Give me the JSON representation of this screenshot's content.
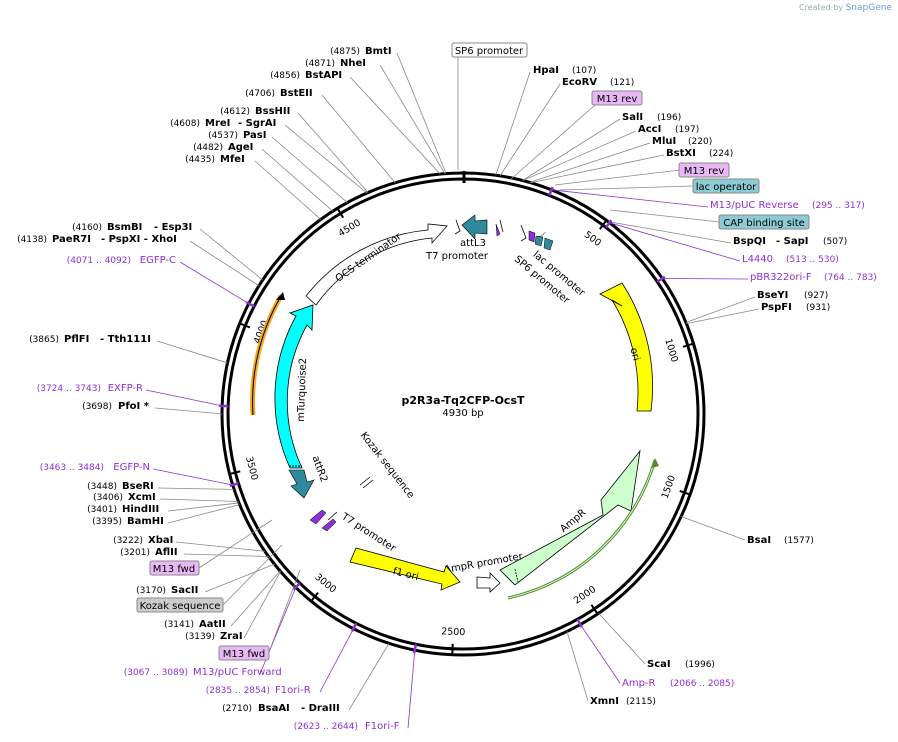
{
  "app": {
    "credit_prefix": "Created by",
    "credit_brand": "SnapGene"
  },
  "plasmid": {
    "name": "p2R3a-Tq2CFP-OcsT",
    "length": "4930 bp"
  },
  "ticks": [
    "500",
    "1000",
    "1500",
    "2000",
    "2500",
    "3000",
    "3500",
    "4000",
    "4500"
  ],
  "sites": [
    {
      "name": "BmtI",
      "pos": "(4875)"
    },
    {
      "name": "NheI",
      "pos": "(4871)"
    },
    {
      "name": "BstAPI",
      "pos": "(4856)"
    },
    {
      "name": "BstEII",
      "pos": "(4706)"
    },
    {
      "name": "BssHII",
      "pos": "(4612)"
    },
    {
      "name": "MreI",
      "pos": "(4608)",
      "extra": "- SgrAI"
    },
    {
      "name": "PasI",
      "pos": "(4537)"
    },
    {
      "name": "AgeI",
      "pos": "(4482)"
    },
    {
      "name": "MfeI",
      "pos": "(4435)"
    },
    {
      "name": "BsmBI",
      "pos": "(4160)",
      "extra": "- Esp3I"
    },
    {
      "name": "PaeR7I",
      "pos": "(4138)",
      "extra": "- PspXI  - XhoI"
    },
    {
      "name": "PflFI",
      "pos": "(3865)",
      "extra": "- Tth111I"
    },
    {
      "name": "PfoI *",
      "pos": "(3698)"
    },
    {
      "name": "BseRI",
      "pos": "(3448)"
    },
    {
      "name": "XcmI",
      "pos": "(3406)"
    },
    {
      "name": "HindIII",
      "pos": "(3401)"
    },
    {
      "name": "BamHI",
      "pos": "(3395)"
    },
    {
      "name": "XbaI",
      "pos": "(3222)"
    },
    {
      "name": "AflII",
      "pos": "(3201)"
    },
    {
      "name": "SacII",
      "pos": "(3170)"
    },
    {
      "name": "AatII",
      "pos": "(3141)"
    },
    {
      "name": "ZraI",
      "pos": "(3139)"
    },
    {
      "name": "BsaAI",
      "pos": "(2710)",
      "extra": "- DraIII"
    },
    {
      "name": "HpaI",
      "pos": "(107)"
    },
    {
      "name": "EcoRV",
      "pos": "(121)"
    },
    {
      "name": "SalI",
      "pos": "(196)"
    },
    {
      "name": "AccI",
      "pos": "(197)"
    },
    {
      "name": "MluI",
      "pos": "(220)"
    },
    {
      "name": "BstXI",
      "pos": "(224)"
    },
    {
      "name": "BspQI",
      "extra": "- SapI",
      "pos": "(507)"
    },
    {
      "name": "BseYI",
      "pos": "(927)"
    },
    {
      "name": "PspFI",
      "pos": "(931)"
    },
    {
      "name": "BsaI",
      "pos": "(1577)"
    },
    {
      "name": "ScaI",
      "pos": "(1996)"
    },
    {
      "name": "XmnI",
      "pos": "(2115)"
    }
  ],
  "primers": [
    {
      "name": "EGFP-C",
      "pos": "(4071 .. 4092)"
    },
    {
      "name": "EXFP-R",
      "pos": "(3724 .. 3743)"
    },
    {
      "name": "EGFP-N",
      "pos": "(3463 .. 3484)"
    },
    {
      "name": "M13/pUC Forward",
      "pos": "(3067 .. 3089)"
    },
    {
      "name": "F1ori-R",
      "pos": "(2835 .. 2854)"
    },
    {
      "name": "F1ori-F",
      "pos": "(2623 .. 2644)"
    },
    {
      "name": "M13/pUC Reverse",
      "pos": "(295 .. 317)"
    },
    {
      "name": "L4440",
      "pos": "(513 .. 530)"
    },
    {
      "name": "pBR322ori-F",
      "pos": "(764 .. 783)"
    },
    {
      "name": "Amp-R",
      "pos": "(2066 .. 2085)"
    }
  ],
  "boxes": {
    "sp6": "SP6 promoter",
    "m13rev1": "M13 rev",
    "m13rev2": "M13 rev",
    "lacop": "lac operator",
    "cap": "CAP binding site",
    "m13fwd1": "M13 fwd",
    "m13fwd2": "M13 fwd",
    "kozak": "Kozak sequence"
  },
  "features": {
    "ocs": "OCS terminator",
    "attl3": "attL3",
    "t7a": "T7 promoter",
    "sp6": "SP6 promoter",
    "lac": "lac promoter",
    "ori": "ori",
    "mturq": "mTurquoise2",
    "attr2": "attR2",
    "kozak": "Kozak sequence",
    "t7b": "T7 promoter",
    "f1": "f1 ori",
    "ampprom": "AmpR promoter",
    "ampr": "AmpR"
  },
  "colors": {
    "primer": "#8e2fd6",
    "ori": "#ffff00",
    "mturq": "#00ffff",
    "ampr": "#ccffcc",
    "attl": "#2e8b9e",
    "orange": "#f5a623",
    "green": "#558b2f",
    "box_purple": "#e8b8f5",
    "box_teal": "#8ccbd4",
    "box_gray": "#cccccc"
  }
}
